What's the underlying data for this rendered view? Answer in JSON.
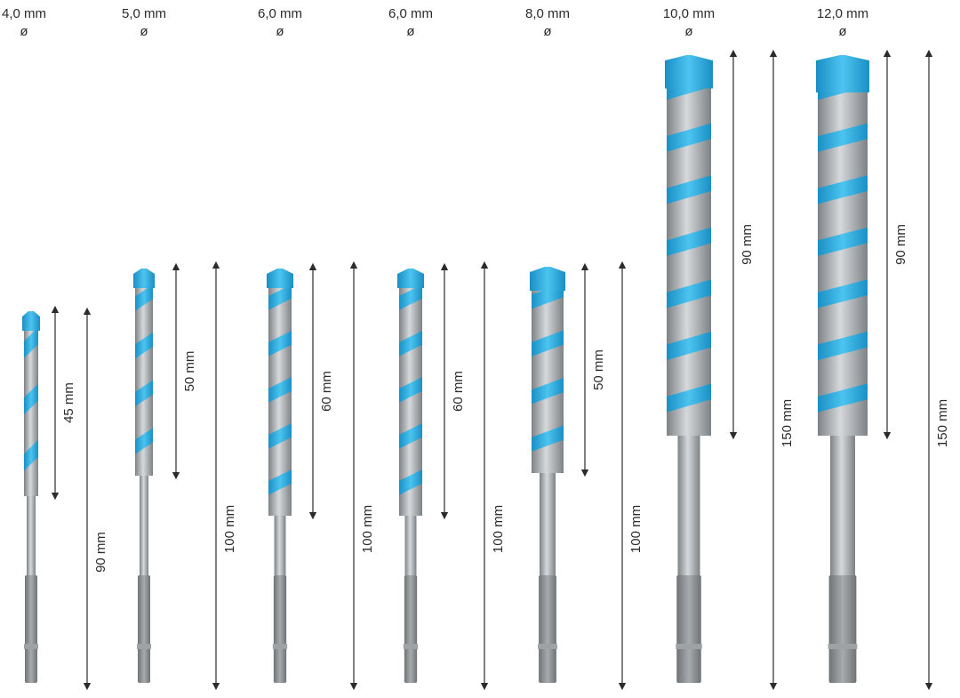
{
  "colors": {
    "background": "#ffffff",
    "tip": "#2fb3e6",
    "tip_dark": "#1a8fc4",
    "steel": "#b4b8bb",
    "steel_dark": "#7d8286",
    "shank": "#8a8e91",
    "line": "#2b2b2b"
  },
  "bits": [
    {
      "diameter": "4,0 mm",
      "diameter_symbol": "ø",
      "working_length": "45 mm",
      "total_length": "90 mm"
    },
    {
      "diameter": "5,0 mm",
      "diameter_symbol": "ø",
      "working_length": "50 mm",
      "total_length": "100 mm"
    },
    {
      "diameter": "6,0 mm",
      "diameter_symbol": "ø",
      "working_length": "60 mm",
      "total_length": "100 mm"
    },
    {
      "diameter": "6,0 mm",
      "diameter_symbol": "ø",
      "working_length": "60 mm",
      "total_length": "100 mm"
    },
    {
      "diameter": "8,0 mm",
      "diameter_symbol": "ø",
      "working_length": "50 mm",
      "total_length": "100 mm"
    },
    {
      "diameter": "10,0 mm",
      "diameter_symbol": "ø",
      "working_length": "90 mm",
      "total_length": "150 mm"
    },
    {
      "diameter": "12,0 mm",
      "diameter_symbol": "ø",
      "working_length": "90 mm",
      "total_length": "150 mm"
    }
  ]
}
